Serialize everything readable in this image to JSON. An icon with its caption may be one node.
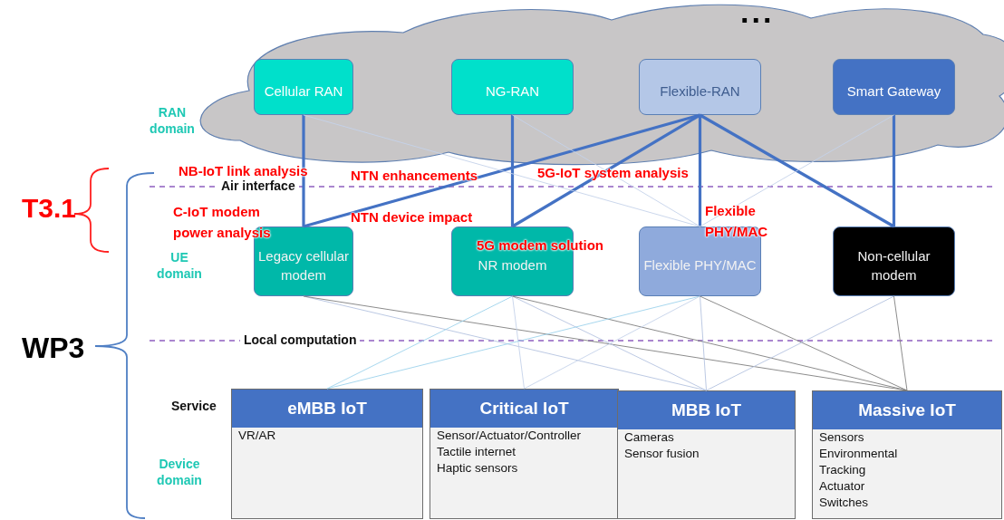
{
  "diagram": {
    "nodes": [
      {
        "text": [
          "..."
        ]
      },
      {
        "text": [
          "Cellular RAN"
        ],
        "in": 0
      },
      {
        "text": [
          "NG-RAN"
        ],
        "in": 0
      },
      {
        "text": [
          "Flexible-RAN"
        ],
        "in": 0
      },
      {
        "text": [
          "Smart Gateway"
        ],
        "in": 0
      },
      {
        "text": [
          "Legacy cellular modem"
        ]
      },
      {
        "text": [
          "NR modem"
        ]
      },
      {
        "text": [
          "Flexible PHY/MAC"
        ]
      },
      {
        "text": [
          "Non-cellular modem"
        ]
      },
      {
        "text": [
          "eMBB IoT",
          "VR/AR"
        ]
      },
      {
        "text": [
          "Critical IoT",
          "Sensor/Actuator/Controller",
          "Tactile internet",
          "Haptic sensors"
        ]
      },
      {
        "text": [
          "MBB IoT",
          "Cameras",
          "Sensor fusion"
        ]
      },
      {
        "text": [
          "Massive IoT",
          "Sensors",
          "Environmental",
          "Tracking",
          "Actuator",
          "Switches"
        ]
      }
    ],
    "edges": [
      {
        "from": 1,
        "to": 5,
        "arrow": "none",
        "style": "thick",
        "color": "#4472c4"
      },
      {
        "from": 2,
        "to": 6,
        "arrow": "none",
        "style": "thick",
        "color": "#4472c4"
      },
      {
        "from": 3,
        "to": 5,
        "arrow": "none",
        "style": "thick",
        "color": "#4472c4"
      },
      {
        "from": 3,
        "to": 6,
        "arrow": "none",
        "style": "thick",
        "color": "#4472c4"
      },
      {
        "from": 3,
        "to": 7,
        "arrow": "none",
        "style": "thick",
        "color": "#4472c4"
      },
      {
        "from": 3,
        "to": 8,
        "arrow": "none",
        "style": "thick",
        "color": "#4472c4"
      },
      {
        "from": 4,
        "to": 8,
        "arrow": "none",
        "style": "thick",
        "color": "#4472c4"
      },
      {
        "from": 1,
        "to": 7,
        "arrow": "none",
        "color": "#c5d3ea"
      },
      {
        "from": 2,
        "to": 7,
        "arrow": "none",
        "color": "#c5d3ea"
      },
      {
        "from": 4,
        "to": 7,
        "arrow": "none",
        "color": "#c5d3ea"
      },
      {
        "from": 5,
        "to": 11,
        "arrow": "none",
        "color": "#b4c3e0"
      },
      {
        "from": 5,
        "to": 12,
        "arrow": "none",
        "color": "#7f7f7f"
      },
      {
        "from": 6,
        "to": 9,
        "arrow": "none",
        "color": "#9dd3ec"
      },
      {
        "from": 6,
        "to": 10,
        "arrow": "none",
        "color": "#c5d3ea"
      },
      {
        "from": 6,
        "to": 11,
        "arrow": "none",
        "color": "#b4c3e0"
      },
      {
        "from": 6,
        "to": 12,
        "arrow": "none",
        "color": "#7f7f7f"
      },
      {
        "from": 7,
        "to": 9,
        "arrow": "none",
        "color": "#9dd3ec"
      },
      {
        "from": 7,
        "to": 10,
        "arrow": "none",
        "color": "#c5d3ea"
      },
      {
        "from": 7,
        "to": 11,
        "arrow": "none",
        "color": "#b4c3e0"
      },
      {
        "from": 7,
        "to": 12,
        "arrow": "none",
        "color": "#7f7f7f"
      },
      {
        "from": 8,
        "to": 11,
        "arrow": "none",
        "color": "#b4c3e0"
      },
      {
        "from": 8,
        "to": 12,
        "arrow": "none",
        "color": "#7f7f7f"
      }
    ],
    "labels": [
      "RAN domain",
      "NB-IoT link analysis",
      "NTN enhancements",
      "5G-IoT system analysis",
      "Air interface",
      "T3.1",
      "C-IoT modem power analysis",
      "NTN device impact",
      "Flexible PHY/MAC",
      "5G modem solution",
      "UE domain",
      "WP3",
      "Local computation",
      "Service",
      "Device domain"
    ]
  }
}
